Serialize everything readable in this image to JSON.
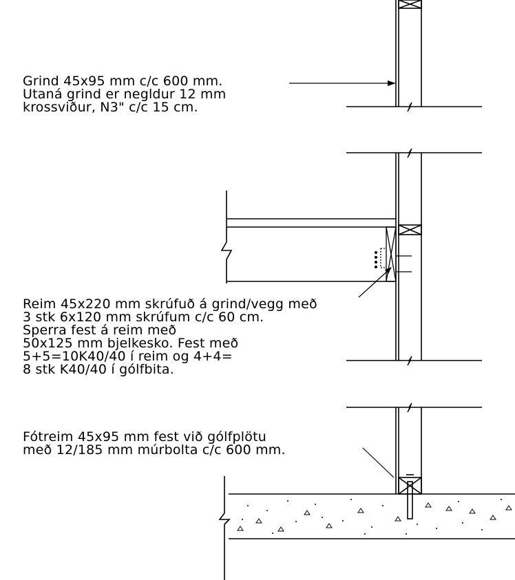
{
  "annotations": {
    "grind": {
      "lines": [
        "Grind 45x95 mm c/c 600 mm.",
        "Utaná grind er negldur 12 mm",
        "krossviður, N3\" c/c 15 cm."
      ]
    },
    "reim": {
      "lines": [
        "Reim 45x220 mm skrúfuð á grind/vegg með",
        "3 stk 6x120 mm skrúfum c/c 60 cm.",
        "Sperra fest á reim með",
        "50x125 mm bjelkesko. Fest með",
        "5+5=10K40/40 í reim og 4+4=",
        "8 stk K40/40 í gólfbita."
      ]
    },
    "fotreim": {
      "lines": [
        "Fótreim 45x95 mm fest við gólfplötu",
        "með 12/185 mm múrbolta c/c 600 mm."
      ]
    }
  },
  "colors": {
    "ink": "#000000",
    "paper": "#ffffff"
  }
}
